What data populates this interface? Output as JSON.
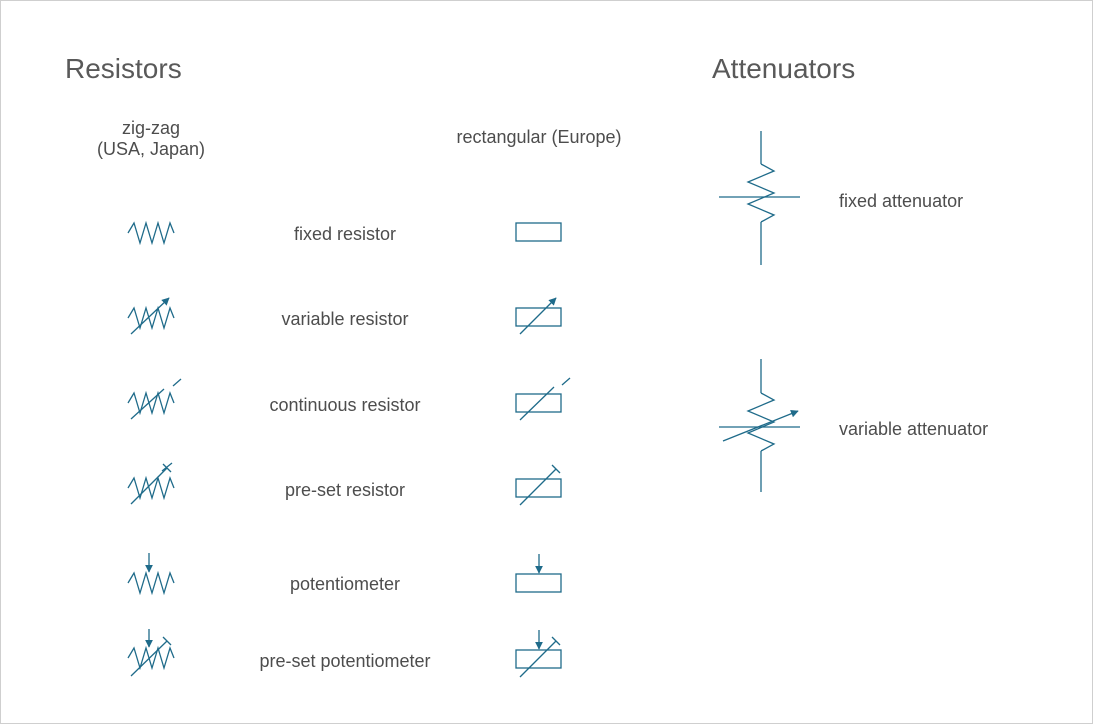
{
  "resistors": {
    "heading": "Resistors",
    "col_zigzag_line1": "zig-zag",
    "col_zigzag_line2": "(USA, Japan)",
    "col_rect": "rectangular (Europe)",
    "rows": [
      "fixed resistor",
      "variable resistor",
      "continuous resistor",
      "pre-set resistor",
      "potentiometer",
      "pre-set potentiometer"
    ]
  },
  "attenuators": {
    "heading": "Attenuators",
    "fixed": "fixed attenuator",
    "variable": "variable attenuator"
  },
  "colors": {
    "symbol_stroke": "#1f6b8a",
    "text": "#4d4d4d",
    "heading": "#595959"
  }
}
